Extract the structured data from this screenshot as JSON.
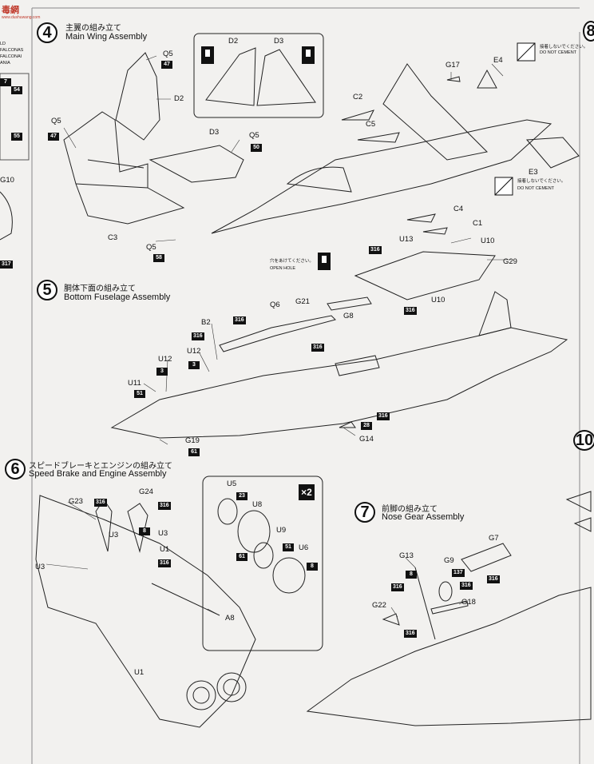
{
  "watermark": {
    "brand": "毒網",
    "url": "www.dushuwang.com"
  },
  "left_strip": [
    "LD",
    "FALCONAS",
    "FALCONAI",
    "ANIA"
  ],
  "steps": [
    {
      "num": "4",
      "jp": "主翼の組み立て",
      "en": "Main Wing Assembly"
    },
    {
      "num": "5",
      "jp": "胴体下面の組み立て",
      "en": "Bottom Fuselage Assembly"
    },
    {
      "num": "6",
      "jp": "スピードブレーキとエンジンの組み立て",
      "en": "Speed Brake and Engine Assembly"
    },
    {
      "num": "7",
      "jp": "前脚の組み立て",
      "en": "Nose Gear Assembly"
    }
  ],
  "edge_steps": {
    "right_top": "8",
    "right_mid": "10"
  },
  "x2": "×2",
  "notes": {
    "no_cement_jp": "接着しないでください。",
    "no_cement_en": "DO NOT CEMENT",
    "open_hole_jp": "穴をあけてください。",
    "open_hole_en": "OPEN HOLE"
  },
  "labels": {
    "q5a": "Q5",
    "d2": "D2",
    "q5b": "Q5",
    "d3": "D3",
    "q5c": "Q5",
    "c3": "C3",
    "q5d": "Q5",
    "box_d2": "D2",
    "box_d3": "D3",
    "g17": "G17",
    "e4": "E4",
    "c2": "C2",
    "c5": "C5",
    "e3": "E3",
    "c4": "C4",
    "c1": "C1",
    "u13": "U13",
    "u10a": "U10",
    "g29": "G29",
    "u10b": "U10",
    "b2": "B2",
    "q6": "Q6",
    "g21": "G21",
    "g8": "G8",
    "u12a": "U12",
    "u12b": "U12",
    "u11": "U11",
    "g19": "G19",
    "g14": "G14",
    "g23": "G23",
    "g24": "G24",
    "u3a": "U3",
    "u3b": "U3",
    "u1a": "U1",
    "u3c": "U3",
    "a8": "A8",
    "u1b": "U1",
    "u5": "U5",
    "u8": "U8",
    "u9": "U9",
    "u6": "U6",
    "g7": "G7",
    "g13": "G13",
    "g9": "G9",
    "g22": "G22",
    "g18": "G18",
    "g10": "G10"
  },
  "parts": {
    "p47a": "47",
    "p47b": "47",
    "p50": "50",
    "p58": "58",
    "p316a": "316",
    "p316b": "316",
    "p316c": "316",
    "p316d": "316",
    "p316e": "316",
    "p316f": "316",
    "p3a": "3",
    "p3b": "3",
    "p51": "51",
    "p61": "61",
    "p28": "28",
    "p316g": "316",
    "p316h": "316",
    "p8a": "8",
    "p316i": "316",
    "p23": "23",
    "p51b": "51",
    "p61b": "61",
    "p8b": "8",
    "p8c": "8",
    "p316j": "316",
    "p137": "137",
    "p316k": "316",
    "p316l": "316",
    "p316m": "316",
    "p54": "54",
    "p55": "55",
    "p317": "317",
    "p7": "7"
  }
}
